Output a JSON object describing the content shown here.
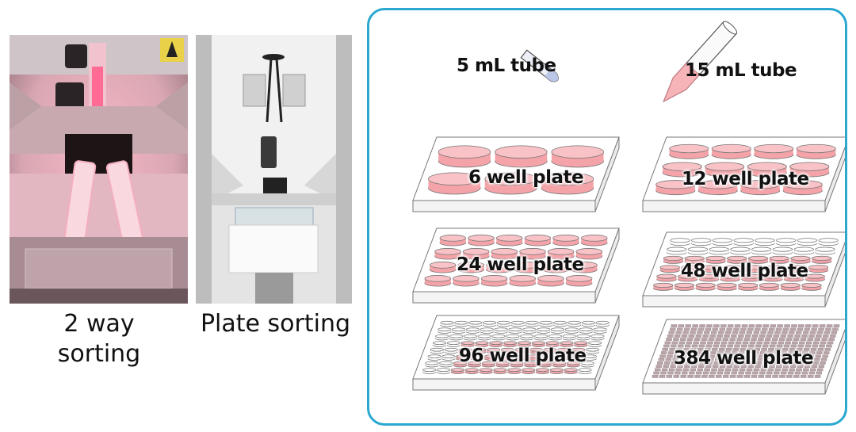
{
  "photos": {
    "left_caption": "2 way\nsorting",
    "middle_caption": "Plate sorting"
  },
  "panel": {
    "tubes": [
      {
        "label": "5 mL tube"
      },
      {
        "label": "15 mL tube"
      }
    ],
    "plates": [
      {
        "label": "6 well plate",
        "wells": 6
      },
      {
        "label": "12 well plate",
        "wells": 12
      },
      {
        "label": "24 well plate",
        "wells": 24
      },
      {
        "label": "48 well plate",
        "wells": 48
      },
      {
        "label": "96 well plate",
        "wells": 96
      },
      {
        "label": "384 well plate",
        "wells": 384
      }
    ]
  },
  "colors": {
    "border": "#2aa8d0",
    "well_fill": "#f4a3a8",
    "tube_fill": "#f6b3b8"
  }
}
